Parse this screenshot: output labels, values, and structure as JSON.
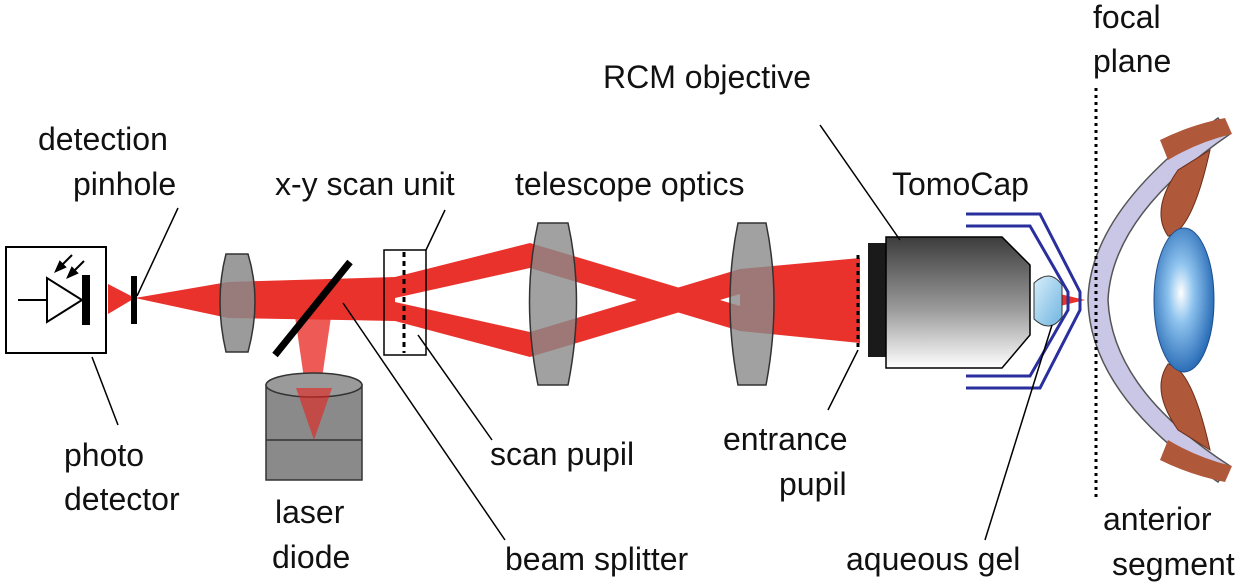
{
  "labels": {
    "detection_pinhole_1": "detection",
    "detection_pinhole_2": "pinhole",
    "xy_scan_unit": "x-y scan unit",
    "telescope_optics": "telescope optics",
    "rcm_objective": "RCM objective",
    "tomocap": "TomoCap",
    "focal_plane_1": "focal",
    "focal_plane_2": "plane",
    "photo_detector_1": "photo",
    "photo_detector_2": "detector",
    "laser_diode_1": "laser",
    "laser_diode_2": "diode",
    "beam_splitter": "beam splitter",
    "scan_pupil": "scan pupil",
    "entrance_pupil_1": "entrance",
    "entrance_pupil_2": "pupil",
    "aqueous_gel": "aqueous gel",
    "anterior_segment_1": "anterior",
    "anterior_segment_2": "segment"
  },
  "colors": {
    "beam": "#e8201a",
    "lens": "#8a8a8a",
    "detector_outline": "#000000",
    "cap": "#2a2f9e",
    "cornea": "#c9c6e6",
    "iris": "#b0583a",
    "eye_lens": "#3a7fc4"
  }
}
